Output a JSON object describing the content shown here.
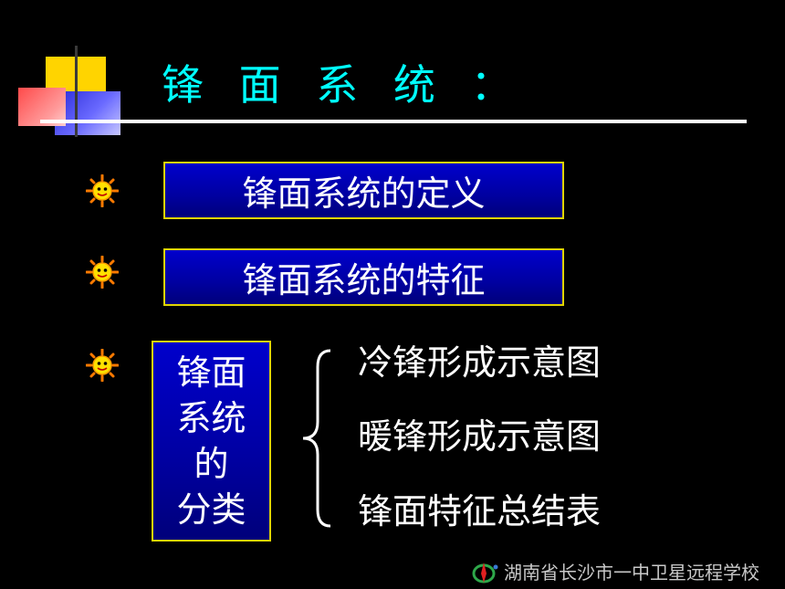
{
  "slide": {
    "title": "锋 面 系 统 ：",
    "boxes": {
      "definition": "锋面系统的定义",
      "features": "锋面系统的特征",
      "classification_lines": [
        "锋面",
        "系统",
        "的",
        "分类"
      ]
    },
    "sub_items": [
      "冷锋形成示意图",
      "暖锋形成示意图",
      "锋面特征总结表"
    ],
    "footer": "湖南省长沙市一中卫星远程学校"
  },
  "icons": {
    "bullet": "sun-smiley-icon",
    "footer_logo": "school-logo-icon"
  },
  "colors": {
    "background": "#000000",
    "title": "#00ffff",
    "box_fill": "#0000cc",
    "box_border": "#e0d400",
    "text": "#ffffff"
  }
}
